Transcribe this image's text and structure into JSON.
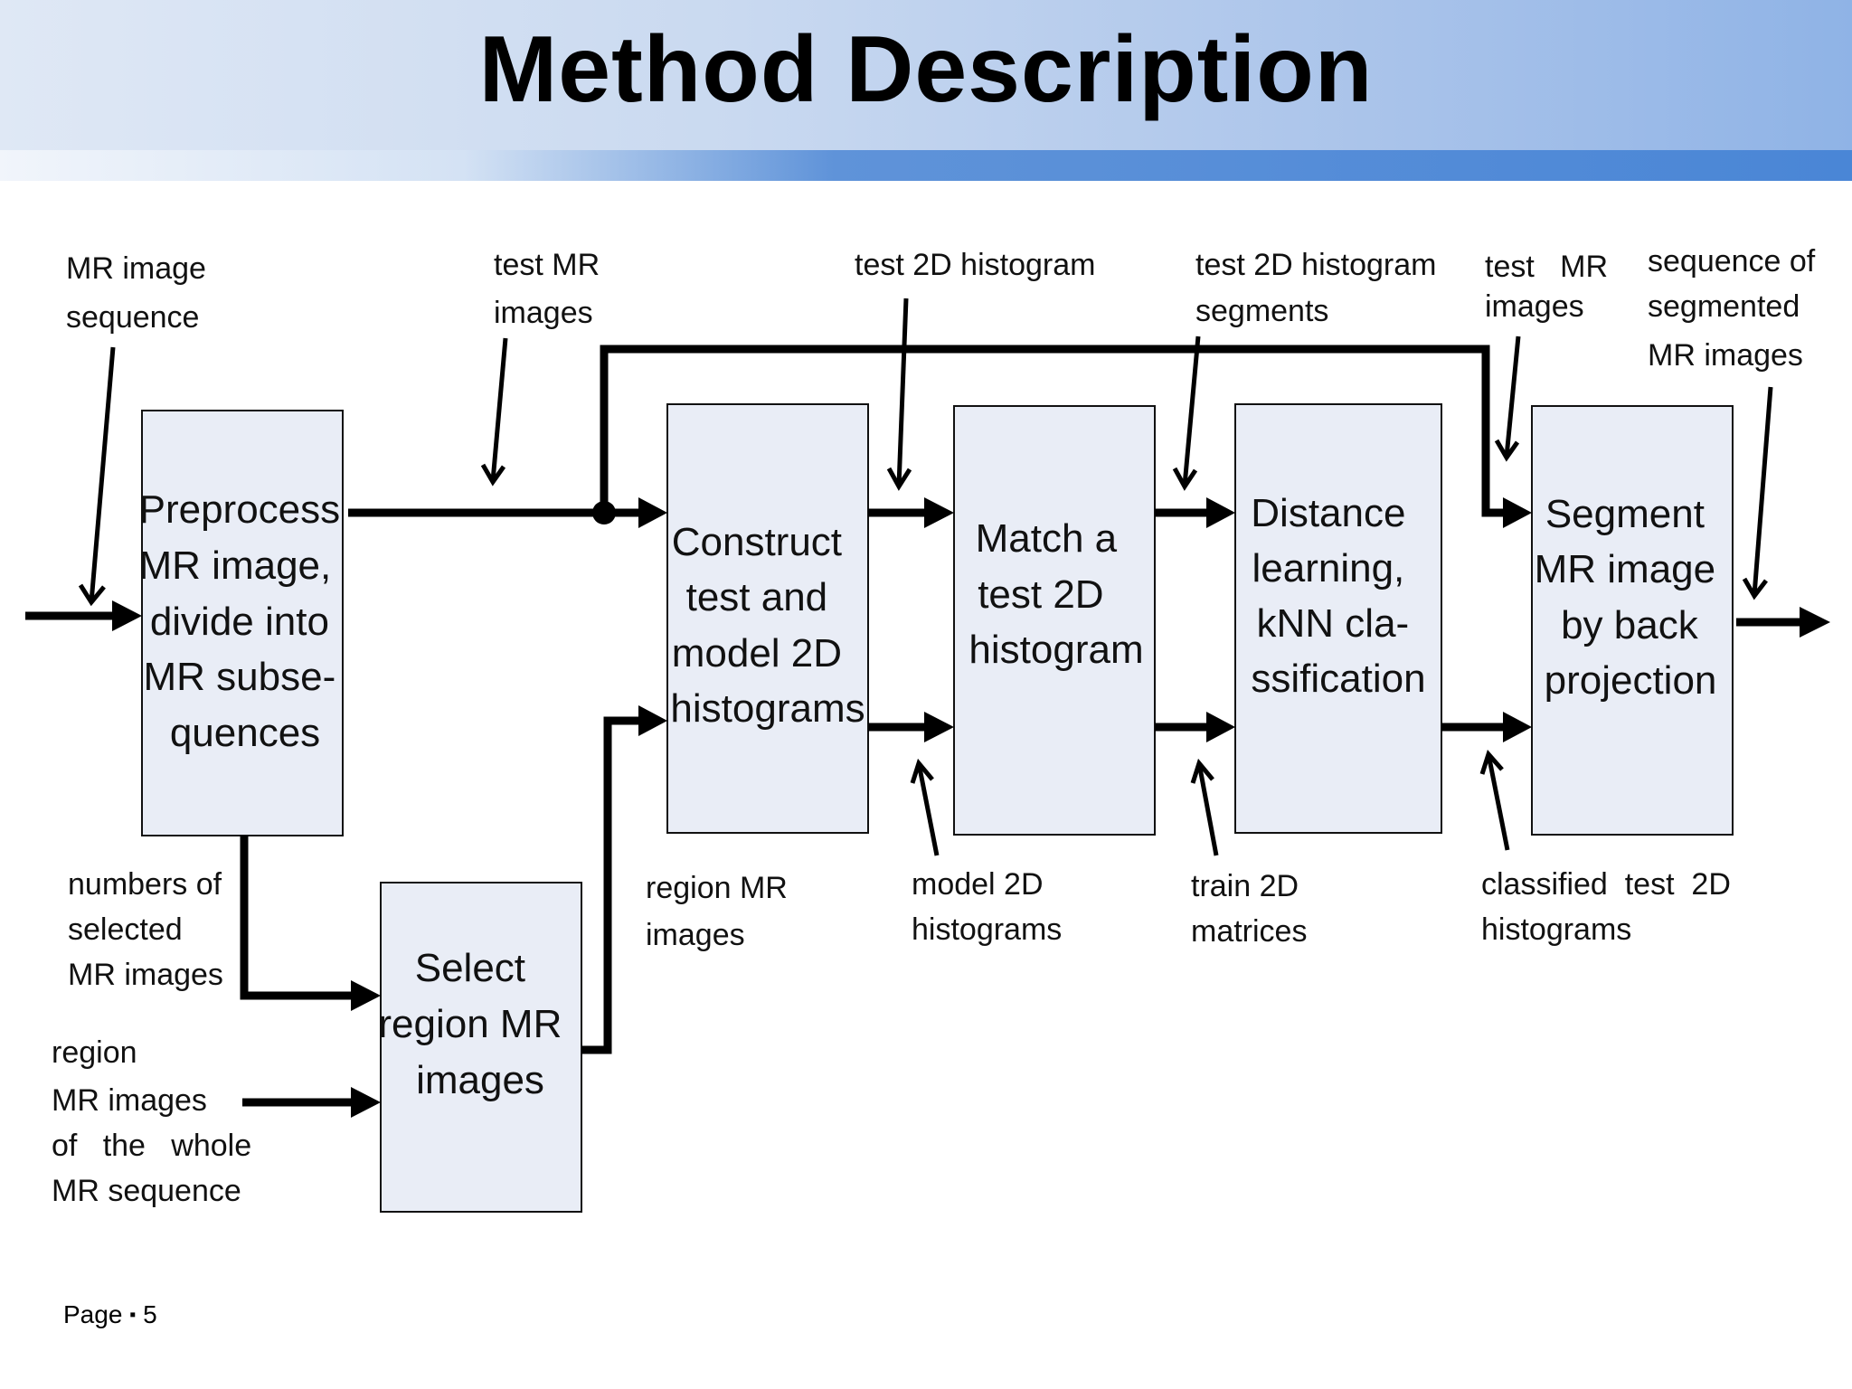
{
  "header": {
    "title": "Method Description"
  },
  "blocks": {
    "preprocess": [
      "Preprocess",
      "MR image,",
      "divide into",
      "MR subse-",
      "quences"
    ],
    "select_region": [
      "Select",
      "region MR",
      "images"
    ],
    "construct": [
      "Construct",
      "test and",
      "model 2D",
      "histograms"
    ],
    "match": [
      "Match a",
      "test 2D",
      "histogram"
    ],
    "distance": [
      "Distance",
      "learning,",
      "kNN cla-",
      "ssification"
    ],
    "segment": [
      "Segment",
      "MR image",
      "by back",
      "projection"
    ]
  },
  "labels": {
    "mr_sequence": [
      "MR image",
      "sequence"
    ],
    "test_mr_images_1": [
      "test MR",
      "images"
    ],
    "test_2d_histogram": [
      "test 2D histogram"
    ],
    "test_2d_histogram_segments": [
      "test 2D histogram",
      "segments"
    ],
    "test_mr_images_2": [
      "test   MR",
      "images"
    ],
    "sequence_segmented": [
      "sequence of",
      "segmented",
      "MR images"
    ],
    "numbers_selected": [
      "numbers of",
      "selected",
      "MR images"
    ],
    "region_whole": [
      "region",
      "MR images",
      "of   the   whole",
      "MR sequence"
    ],
    "region_mr_images": [
      "region MR",
      "images"
    ],
    "model_2d_histograms": [
      "model 2D",
      "histograms"
    ],
    "train_2d_matrices": [
      "train 2D",
      "matrices"
    ],
    "classified_test": [
      "classified  test  2D",
      "histograms"
    ]
  },
  "footer": {
    "page_label": "Page",
    "separator": "▪",
    "page_number": "5"
  }
}
